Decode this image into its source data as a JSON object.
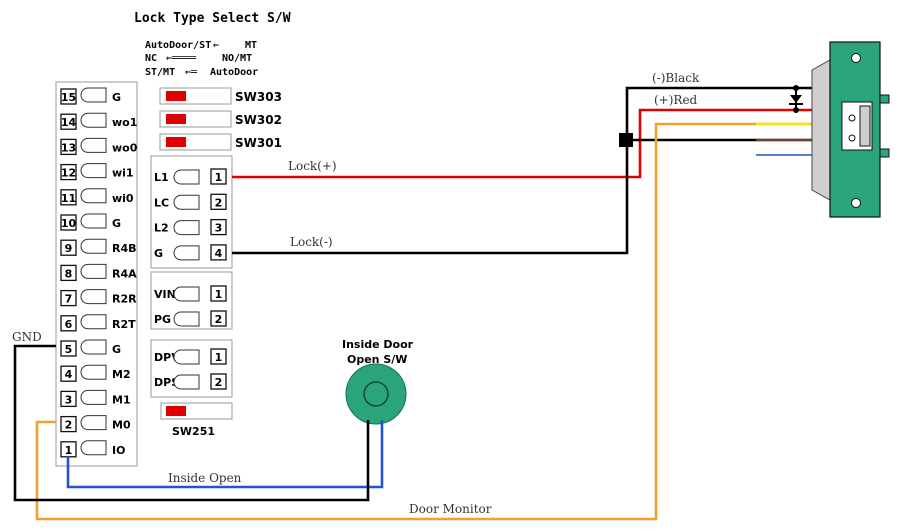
{
  "title": "Lock Type Select S/W",
  "legend": [
    {
      "left": "AutoDoor/ST",
      "right": "MT"
    },
    {
      "left": "NC",
      "right": "NO/MT"
    },
    {
      "left": "ST/MT",
      "right": "AutoDoor"
    }
  ],
  "left_block": {
    "pins": [
      {
        "num": "15",
        "label": "G"
      },
      {
        "num": "14",
        "label": "wo1"
      },
      {
        "num": "13",
        "label": "wo0"
      },
      {
        "num": "12",
        "label": "wi1"
      },
      {
        "num": "11",
        "label": "wi0"
      },
      {
        "num": "10",
        "label": "G"
      },
      {
        "num": "9",
        "label": "R4B"
      },
      {
        "num": "8",
        "label": "R4A"
      },
      {
        "num": "7",
        "label": "R2R"
      },
      {
        "num": "6",
        "label": "R2T"
      },
      {
        "num": "5",
        "label": "G"
      },
      {
        "num": "4",
        "label": "M2"
      },
      {
        "num": "3",
        "label": "M1"
      },
      {
        "num": "2",
        "label": "M0"
      },
      {
        "num": "1",
        "label": "IO"
      }
    ]
  },
  "switches": [
    "SW303",
    "SW302",
    "SW301"
  ],
  "lock_block": [
    {
      "label": "L1",
      "num": "1"
    },
    {
      "label": "LC",
      "num": "2"
    },
    {
      "label": "L2",
      "num": "3"
    },
    {
      "label": "G",
      "num": "4"
    }
  ],
  "power_block": [
    {
      "label": "VIN",
      "num": "1"
    },
    {
      "label": "PG",
      "num": "2"
    }
  ],
  "dp_block": [
    {
      "label": "DPV",
      "num": "1"
    },
    {
      "label": "DPS",
      "num": "2"
    }
  ],
  "sw251": "SW251",
  "inside_door": {
    "line1": "Inside Door",
    "line2": "Open S/W"
  },
  "wire_labels": {
    "lock_plus": "Lock(+)",
    "lock_minus": "Lock(-)",
    "black": "(-)Black",
    "red": "(+)Red",
    "gnd": "GND",
    "inside_open": "Inside Open",
    "door_monitor": "Door Monitor"
  },
  "colors": {
    "red_wire": "#e00000",
    "black_wire": "#000000",
    "orange_wire": "#f0a030",
    "blue_wire": "#2255cc",
    "yellow_wire": "#f5e600",
    "brown_wire": "#a0522d",
    "lock_body": "#2aa57a",
    "button": "#2aa57a",
    "switch_red": "#e00000"
  }
}
